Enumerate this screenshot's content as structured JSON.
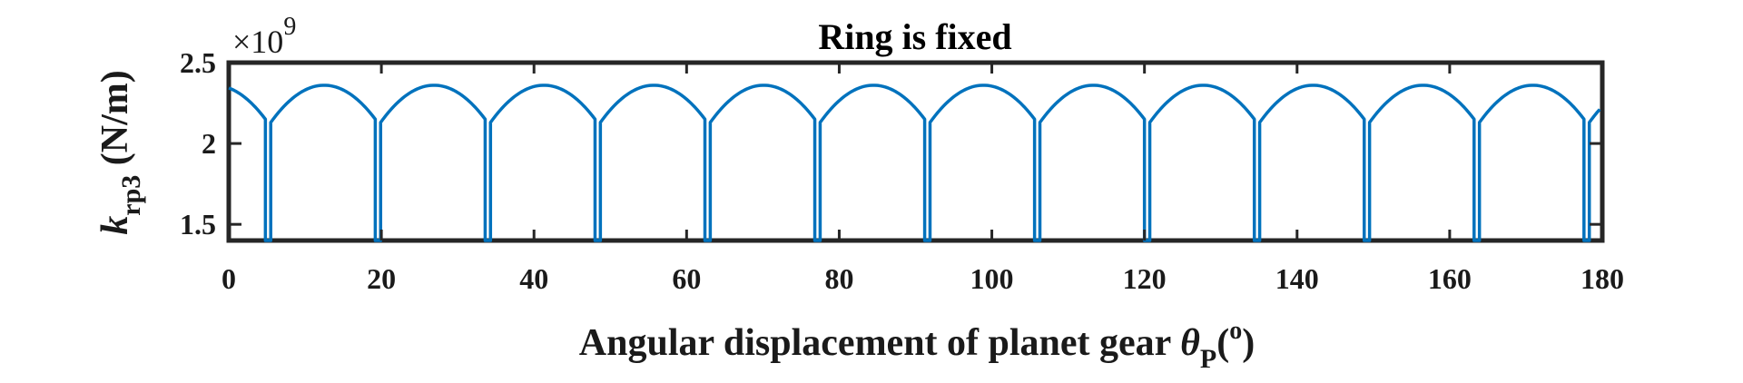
{
  "chart_data": {
    "type": "line",
    "title": "Ring is fixed",
    "xlabel": {
      "main": "Angular displacement of planet gear ",
      "symbol": "θ",
      "subscript": "P",
      "open": "(",
      "superscript": "o",
      "close": ")"
    },
    "ylabel": {
      "symbol": "k",
      "subscript": "rp3",
      "unit": " (N/m)"
    },
    "y_multiplier": {
      "base": "×10",
      "exponent": "9"
    },
    "xlim": [
      0,
      180
    ],
    "ylim": [
      1.4,
      2.5
    ],
    "xticks": [
      "0",
      "20",
      "40",
      "60",
      "80",
      "100",
      "120",
      "140",
      "160",
      "180"
    ],
    "xtick_values": [
      0,
      20,
      40,
      60,
      80,
      100,
      120,
      140,
      160,
      180
    ],
    "yticks": [
      "1.5",
      "2",
      "2.5"
    ],
    "ytick_values": [
      1.5,
      2,
      2.5
    ],
    "grid": false,
    "series": [
      {
        "color": "#0072bd",
        "mesh_period_deg": 14.4,
        "first_drop_deg": 4.8,
        "drop_width_deg": 0.7,
        "peak_value": 2.36,
        "value_before_drop": 2.15,
        "value_after_drop": 2.13,
        "min_value": 1.4
      }
    ]
  }
}
